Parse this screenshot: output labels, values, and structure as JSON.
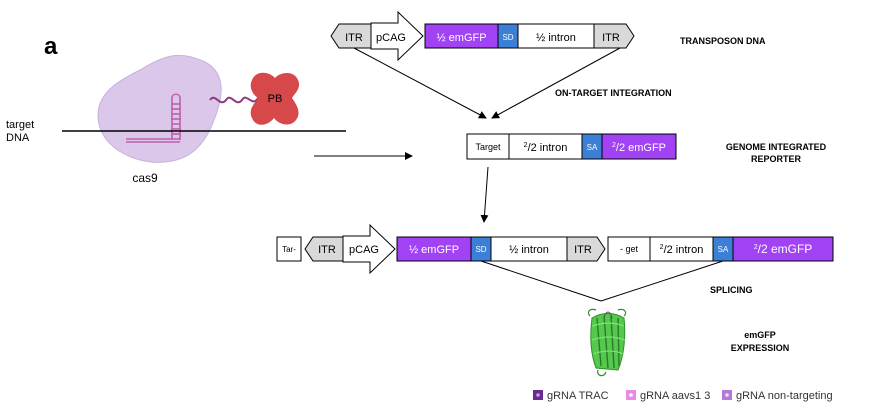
{
  "panel_label": "a",
  "target_dna": {
    "line1": "target",
    "line2": "DNA"
  },
  "cas9_label": "cas9",
  "pb_label": "PB",
  "transposon": {
    "itr_left": "ITR",
    "pcag": "pCAG",
    "emgfp": "½ emGFP",
    "sd": "SD",
    "intron": "½ intron",
    "itr_right": "ITR"
  },
  "reporter": {
    "target": "Target",
    "intron_sup": "2",
    "intron_rest": "/2 intron",
    "sa": "SA",
    "emgfp_sup": "2",
    "emgfp_rest": "/2 emGFP"
  },
  "integrated": {
    "tar": "Tar-",
    "itr_left": "ITR",
    "pcag": "pCAG",
    "emgfp": "½ emGFP",
    "sd": "SD",
    "intron": "½ intron",
    "itr_right": "ITR",
    "get": "- get",
    "intron2_sup": "2",
    "intron2_rest": "/2 intron",
    "sa": "SA",
    "emgfp2_sup": "2",
    "emgfp2_rest": "/2 emGFP"
  },
  "labels": {
    "transposon": "TRANSPOSON DNA",
    "on_target": "ON-TARGET INTEGRATION",
    "genome_line1": "GENOME INTEGRATED",
    "genome_line2": "REPORTER",
    "splicing": "SPLICING",
    "expression_line1": "emGFP",
    "expression_line2": "EXPRESSION"
  },
  "legend": [
    {
      "label": "gRNA TRAC",
      "color": "#6a2d8f"
    },
    {
      "label": "gRNA aavs1 3",
      "color": "#e98ae8"
    },
    {
      "label": "gRNA non-targeting",
      "color": "#b57ad9"
    }
  ],
  "colors": {
    "emgfp": "#a142f4",
    "sd_sa": "#3c7fd6",
    "itr": "#d9d9d9",
    "pb": "#d7484a",
    "cas9": "#dac7ea",
    "grna": "#c060b0",
    "gfp_protein": "#3fb23a"
  }
}
